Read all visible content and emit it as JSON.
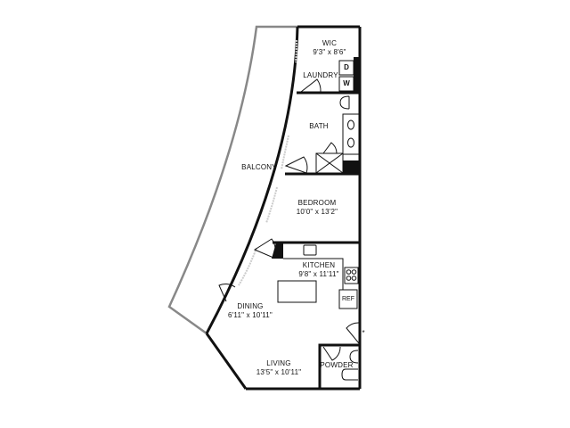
{
  "floorplan": {
    "rooms": [
      {
        "id": "wic",
        "name": "WIC",
        "dimensions": "9'3\" x 8'6\""
      },
      {
        "id": "laundry",
        "name": "LAUNDRY",
        "dimensions": ""
      },
      {
        "id": "bath",
        "name": "BATH",
        "dimensions": ""
      },
      {
        "id": "balcony",
        "name": "BALCONY",
        "dimensions": ""
      },
      {
        "id": "bedroom",
        "name": "BEDROOM",
        "dimensions": "10'0\" x 13'2\""
      },
      {
        "id": "kitchen",
        "name": "KITCHEN",
        "dimensions": "9'8\" x 11'11\""
      },
      {
        "id": "dining",
        "name": "DINING",
        "dimensions": "6'11\" x 10'11\""
      },
      {
        "id": "living",
        "name": "LIVING",
        "dimensions": "13'5\" x 10'11\""
      },
      {
        "id": "powder",
        "name": "POWDER",
        "dimensions": ""
      }
    ],
    "appliances": {
      "dryer": "D",
      "washer": "W",
      "refrigerator": "REF"
    },
    "entry_marker": "*",
    "colors": {
      "wall": "#111111",
      "balcony_outline": "#888888",
      "window": "#bbbbbb",
      "background": "#ffffff"
    }
  }
}
